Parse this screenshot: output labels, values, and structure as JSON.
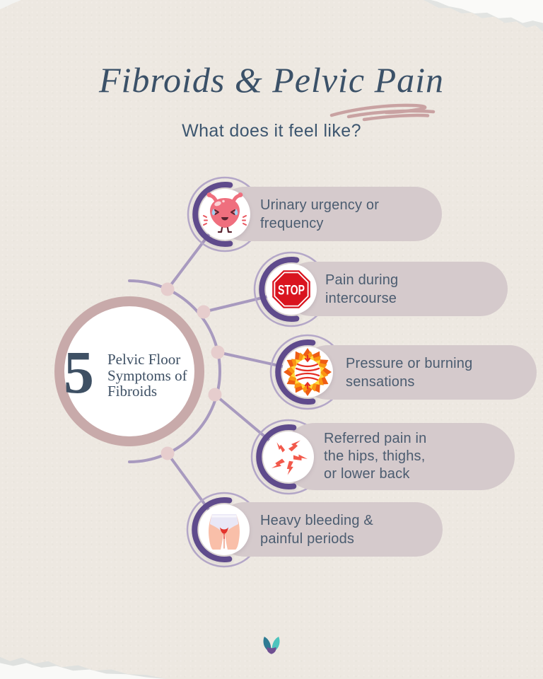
{
  "poster": {
    "title": "Fibroids & Pelvic Pain",
    "subtitle": "What does it feel like?"
  },
  "center": {
    "number": "5",
    "label": "Pelvic Floor Symptoms of Fibroids"
  },
  "symptoms": [
    {
      "label": "Urinary urgency or frequency",
      "icon": "bladder-icon"
    },
    {
      "label": "Pain during intercourse",
      "icon": "stop-sign-icon",
      "stop_text": "STOP"
    },
    {
      "label": "Pressure or burning sensations",
      "icon": "ring-of-fire-icon"
    },
    {
      "label": "Referred pain in the hips, thighs, or lower back",
      "icon": "lightning-bolts-icon"
    },
    {
      "label": "Heavy bleeding & painful periods",
      "icon": "pelvis-underwear-icon"
    }
  ],
  "colors": {
    "background": "#ede8e1",
    "title_text": "#3b5168",
    "body_text": "#4b5c70",
    "pill_background": "#d5cacc",
    "center_ring_rose": "#c8aaaa",
    "connector_lavender": "#a89abf",
    "icon_arc_purple": "#5f4b8c",
    "connector_dot_pink": "#e6cdcd",
    "scribble_rose": "#c9a2a2",
    "stop_red": "#d9141f",
    "flame_orange": "#fb9613",
    "bolt_red": "#f2594b",
    "logo_teal": "#2e7b93",
    "logo_turquoise": "#3fc0ba",
    "logo_purple": "#6f4f92"
  }
}
